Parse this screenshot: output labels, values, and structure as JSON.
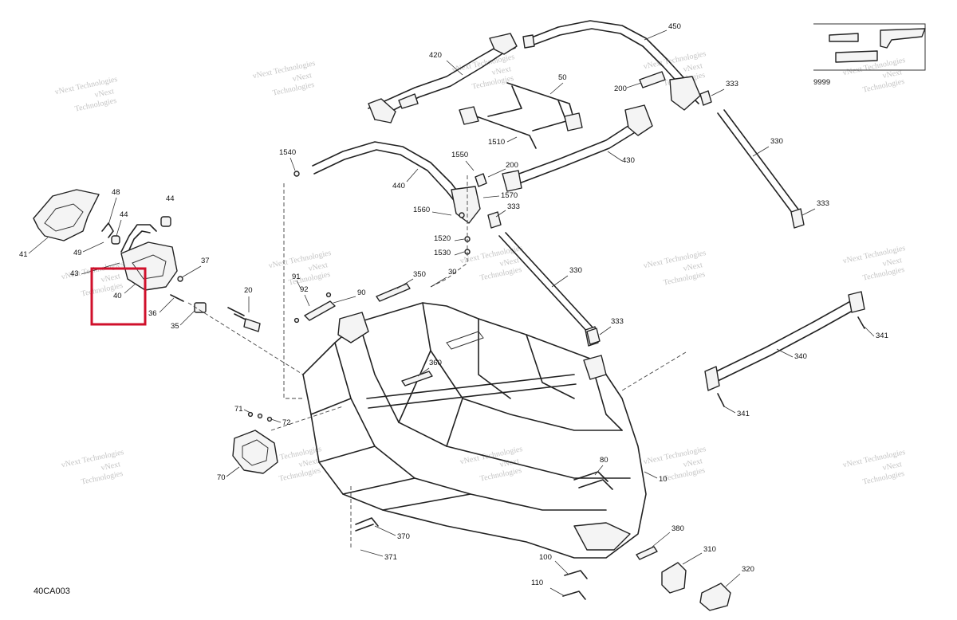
{
  "diagram_code": "40CA003",
  "watermark": {
    "line1": "vNext",
    "line2": "Technologies",
    "inline": "vNext Technologies"
  },
  "highlight_color": "#d0102b",
  "callouts": [
    {
      "id": "c420",
      "label": "420"
    },
    {
      "id": "c450",
      "label": "450"
    },
    {
      "id": "c50",
      "label": "50"
    },
    {
      "id": "c200a",
      "label": "200"
    },
    {
      "id": "c333a",
      "label": "333"
    },
    {
      "id": "c9999",
      "label": "9999"
    },
    {
      "id": "c1510",
      "label": "1510"
    },
    {
      "id": "c330a",
      "label": "330"
    },
    {
      "id": "c430",
      "label": "430"
    },
    {
      "id": "c1540",
      "label": "1540"
    },
    {
      "id": "c1550",
      "label": "1550"
    },
    {
      "id": "c200b",
      "label": "200"
    },
    {
      "id": "c440",
      "label": "440"
    },
    {
      "id": "c1570",
      "label": "1570"
    },
    {
      "id": "c333b",
      "label": "333"
    },
    {
      "id": "c333c",
      "label": "333"
    },
    {
      "id": "c1560",
      "label": "1560"
    },
    {
      "id": "c48",
      "label": "48"
    },
    {
      "id": "c44a",
      "label": "44"
    },
    {
      "id": "c44b",
      "label": "44"
    },
    {
      "id": "c1520",
      "label": "1520"
    },
    {
      "id": "c1530",
      "label": "1530"
    },
    {
      "id": "c41",
      "label": "41"
    },
    {
      "id": "c49",
      "label": "49"
    },
    {
      "id": "c37",
      "label": "37"
    },
    {
      "id": "c43",
      "label": "43"
    },
    {
      "id": "c40",
      "label": "40"
    },
    {
      "id": "c91",
      "label": "91"
    },
    {
      "id": "c92",
      "label": "92"
    },
    {
      "id": "c350",
      "label": "350"
    },
    {
      "id": "c30",
      "label": "30"
    },
    {
      "id": "c330b",
      "label": "330"
    },
    {
      "id": "c90",
      "label": "90"
    },
    {
      "id": "c20",
      "label": "20"
    },
    {
      "id": "c36",
      "label": "36"
    },
    {
      "id": "c35",
      "label": "35"
    },
    {
      "id": "c333d",
      "label": "333"
    },
    {
      "id": "c341a",
      "label": "341"
    },
    {
      "id": "c340",
      "label": "340"
    },
    {
      "id": "c360",
      "label": "360"
    },
    {
      "id": "c71",
      "label": "71"
    },
    {
      "id": "c72",
      "label": "72"
    },
    {
      "id": "c341b",
      "label": "341"
    },
    {
      "id": "c70",
      "label": "70"
    },
    {
      "id": "c80",
      "label": "80"
    },
    {
      "id": "c10",
      "label": "10"
    },
    {
      "id": "c370",
      "label": "370"
    },
    {
      "id": "c380",
      "label": "380"
    },
    {
      "id": "c310",
      "label": "310"
    },
    {
      "id": "c371",
      "label": "371"
    },
    {
      "id": "c100",
      "label": "100"
    },
    {
      "id": "c320",
      "label": "320"
    },
    {
      "id": "c110",
      "label": "110"
    }
  ]
}
